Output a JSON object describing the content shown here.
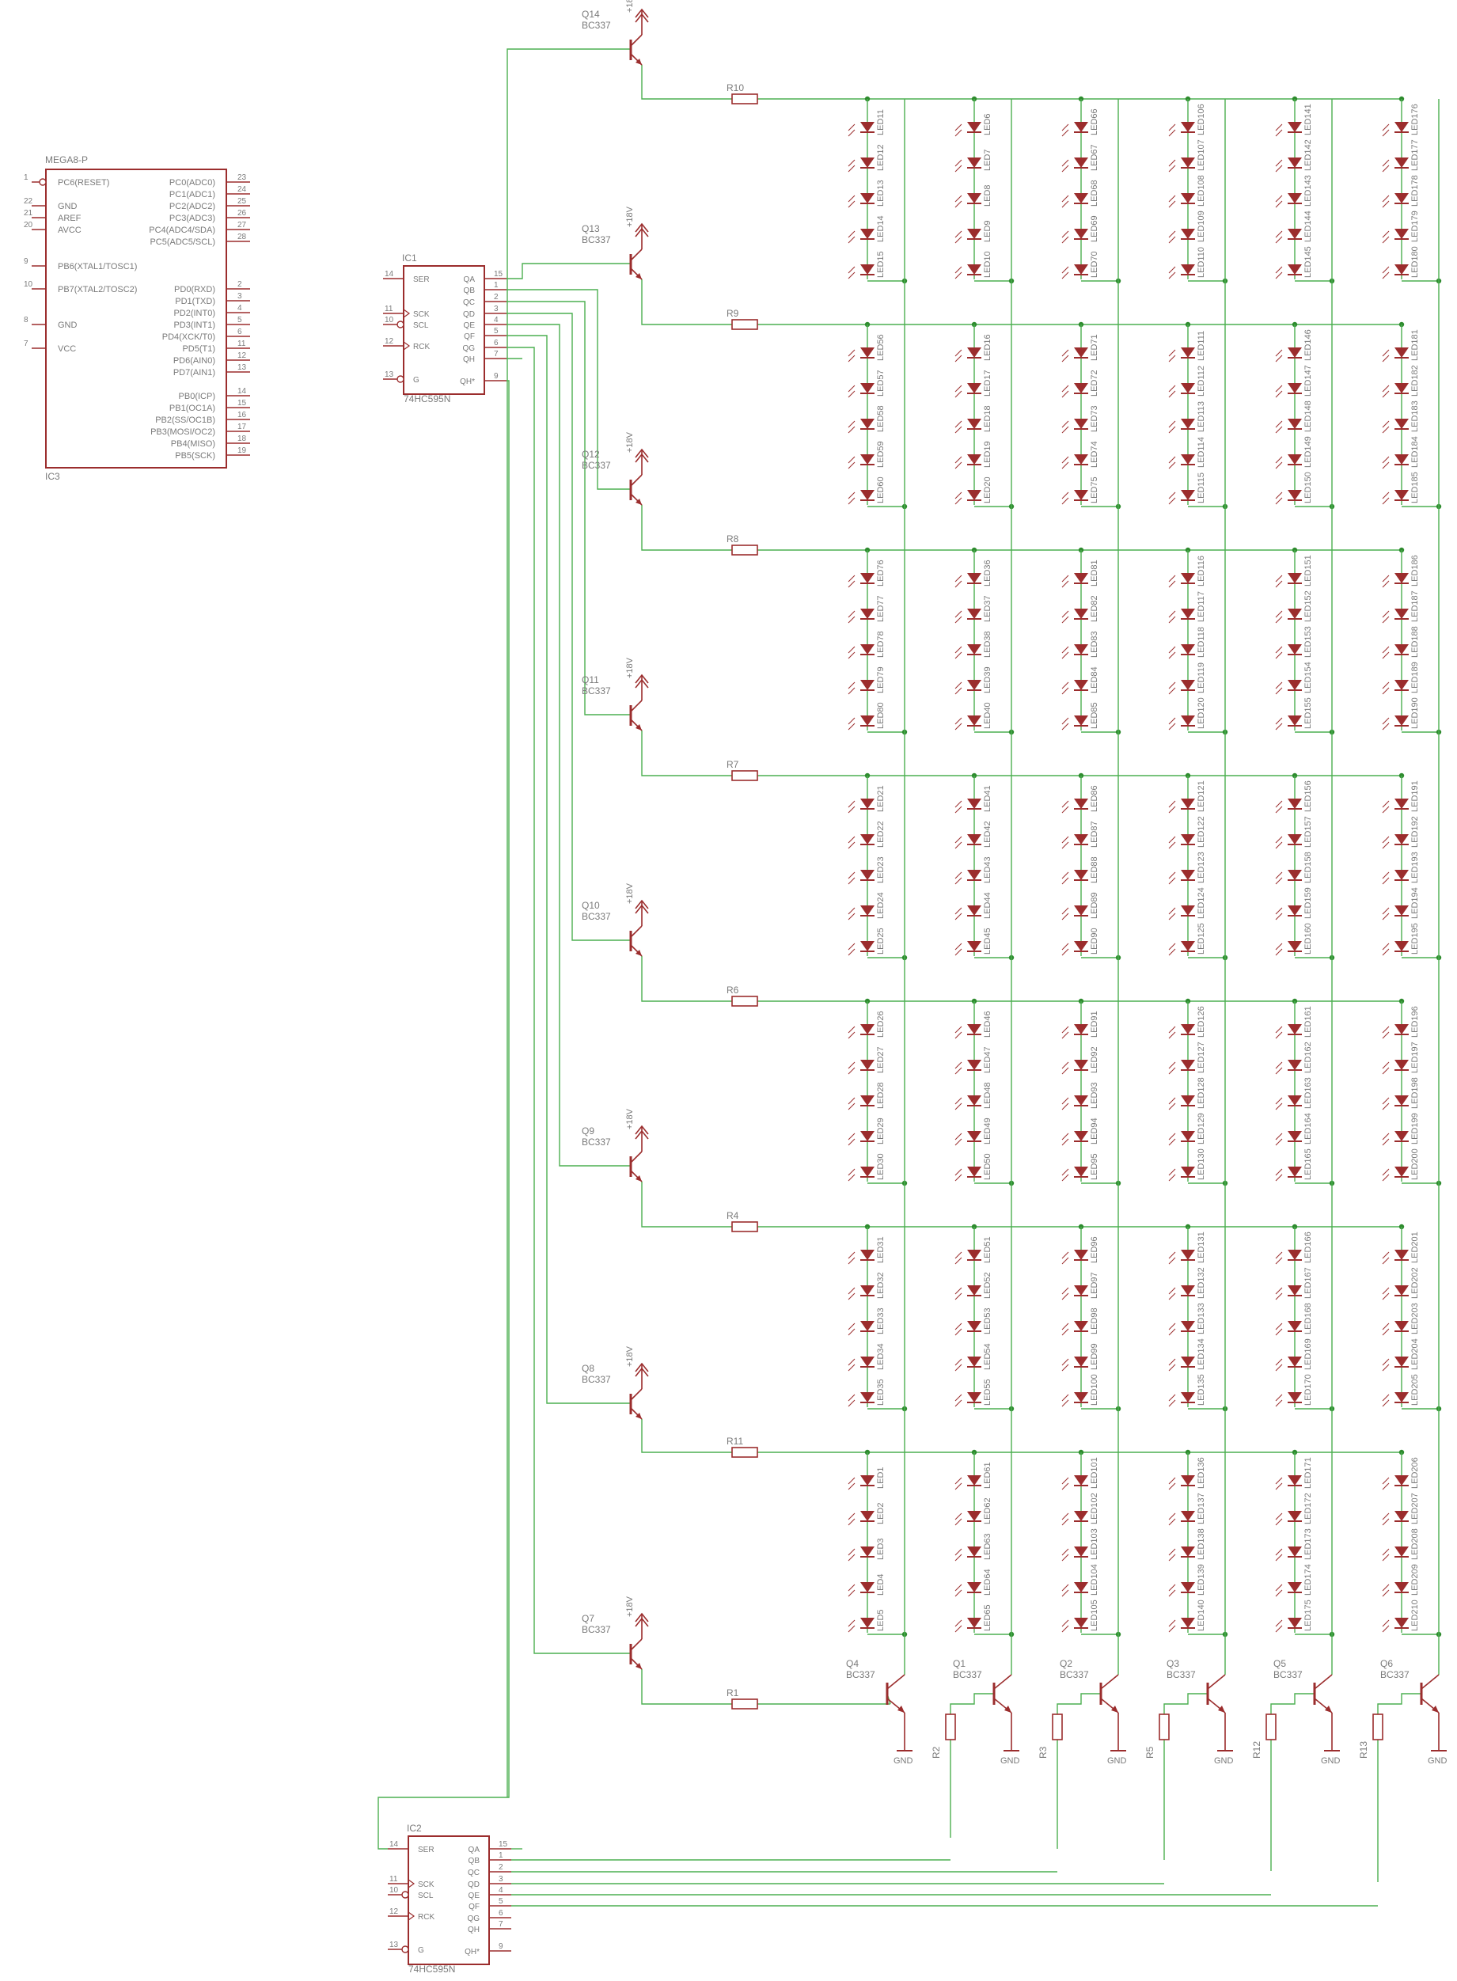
{
  "colors": {
    "wire": "#4caf50",
    "part": "#9b2d2d",
    "label": "#7a7a7a",
    "junction": "#2e8b2e"
  },
  "ic3": {
    "name": "MEGA8-P",
    "ref": "IC3",
    "left_pins": [
      {
        "num": "1",
        "label": "PC6(RESET)"
      },
      {
        "num": "22",
        "label": "GND"
      },
      {
        "num": "21",
        "label": "AREF"
      },
      {
        "num": "20",
        "label": "AVCC"
      },
      {
        "num": "9",
        "label": "PB6(XTAL1/TOSC1)"
      },
      {
        "num": "10",
        "label": "PB7(XTAL2/TOSC2)"
      },
      {
        "num": "8",
        "label": "GND"
      },
      {
        "num": "7",
        "label": "VCC"
      }
    ],
    "right_pins": [
      {
        "num": "23",
        "label": "PC0(ADC0)"
      },
      {
        "num": "24",
        "label": "PC1(ADC1)"
      },
      {
        "num": "25",
        "label": "PC2(ADC2)"
      },
      {
        "num": "26",
        "label": "PC3(ADC3)"
      },
      {
        "num": "27",
        "label": "PC4(ADC4/SDA)"
      },
      {
        "num": "28",
        "label": "PC5(ADC5/SCL)"
      },
      {
        "num": "2",
        "label": "PD0(RXD)"
      },
      {
        "num": "3",
        "label": "PD1(TXD)"
      },
      {
        "num": "4",
        "label": "PD2(INT0)"
      },
      {
        "num": "5",
        "label": "PD3(INT1)"
      },
      {
        "num": "6",
        "label": "PD4(XCK/T0)"
      },
      {
        "num": "11",
        "label": "PD5(T1)"
      },
      {
        "num": "12",
        "label": "PD6(AIN0)"
      },
      {
        "num": "13",
        "label": "PD7(AIN1)"
      },
      {
        "num": "14",
        "label": "PB0(ICP)"
      },
      {
        "num": "15",
        "label": "PB1(OC1A)"
      },
      {
        "num": "16",
        "label": "PB2(SS/OC1B)"
      },
      {
        "num": "17",
        "label": "PB3(MOSI/OC2)"
      },
      {
        "num": "18",
        "label": "PB4(MISO)"
      },
      {
        "num": "19",
        "label": "PB5(SCK)"
      }
    ]
  },
  "ic1": {
    "ref": "IC1",
    "part": "74HC595N",
    "left_pins": [
      {
        "num": "14",
        "label": "SER"
      },
      {
        "num": "11",
        "label": "SCK"
      },
      {
        "num": "10",
        "label": "SCL"
      },
      {
        "num": "12",
        "label": "RCK"
      },
      {
        "num": "13",
        "label": "G"
      }
    ],
    "right_pins": [
      {
        "num": "15",
        "label": "QA"
      },
      {
        "num": "1",
        "label": "QB"
      },
      {
        "num": "2",
        "label": "QC"
      },
      {
        "num": "3",
        "label": "QD"
      },
      {
        "num": "4",
        "label": "QE"
      },
      {
        "num": "5",
        "label": "QF"
      },
      {
        "num": "6",
        "label": "QG"
      },
      {
        "num": "7",
        "label": "QH"
      },
      {
        "num": "9",
        "label": "QH*"
      }
    ]
  },
  "ic2": {
    "ref": "IC2",
    "part": "74HC595N",
    "left_pins": [
      {
        "num": "14",
        "label": "SER"
      },
      {
        "num": "11",
        "label": "SCK"
      },
      {
        "num": "10",
        "label": "SCL"
      },
      {
        "num": "12",
        "label": "RCK"
      },
      {
        "num": "13",
        "label": "G"
      }
    ],
    "right_pins": [
      {
        "num": "15",
        "label": "QA"
      },
      {
        "num": "1",
        "label": "QB"
      },
      {
        "num": "2",
        "label": "QC"
      },
      {
        "num": "3",
        "label": "QD"
      },
      {
        "num": "4",
        "label": "QE"
      },
      {
        "num": "5",
        "label": "QF"
      },
      {
        "num": "6",
        "label": "QG"
      },
      {
        "num": "7",
        "label": "QH"
      },
      {
        "num": "9",
        "label": "QH*"
      }
    ]
  },
  "supply_label": "+18V",
  "gnd_label": "GND",
  "transistor_part": "BC337",
  "row_drivers": [
    {
      "q": "Q14",
      "r": "R10"
    },
    {
      "q": "Q13",
      "r": "R9"
    },
    {
      "q": "Q12",
      "r": "R8"
    },
    {
      "q": "Q11",
      "r": "R7"
    },
    {
      "q": "Q10",
      "r": "R6"
    },
    {
      "q": "Q9",
      "r": "R4"
    },
    {
      "q": "Q8",
      "r": "R11"
    },
    {
      "q": "Q7",
      "r": "R1"
    }
  ],
  "column_drivers": [
    {
      "q": "Q4",
      "r": ""
    },
    {
      "q": "Q1",
      "r": "R2"
    },
    {
      "q": "Q2",
      "r": "R3"
    },
    {
      "q": "Q3",
      "r": "R5"
    },
    {
      "q": "Q5",
      "r": "R12"
    },
    {
      "q": "Q6",
      "r": "R13"
    }
  ],
  "led_grid": [
    [
      "LED11",
      "LED12",
      "LED13",
      "LED14",
      "LED15",
      "LED6",
      "LED7",
      "LED8",
      "LED9",
      "LED10",
      "LED66",
      "LED67",
      "LED68",
      "LED69",
      "LED70",
      "LED106",
      "LED107",
      "LED108",
      "LED109",
      "LED110",
      "LED141",
      "LED142",
      "LED143",
      "LED144",
      "LED145",
      "LED176",
      "LED177",
      "LED178",
      "LED179",
      "LED180"
    ],
    [
      "LED56",
      "LED57",
      "LED58",
      "LED59",
      "LED60",
      "LED16",
      "LED17",
      "LED18",
      "LED19",
      "LED20",
      "LED71",
      "LED72",
      "LED73",
      "LED74",
      "LED75",
      "LED111",
      "LED112",
      "LED113",
      "LED114",
      "LED115",
      "LED146",
      "LED147",
      "LED148",
      "LED149",
      "LED150",
      "LED181",
      "LED182",
      "LED183",
      "LED184",
      "LED185"
    ],
    [
      "LED76",
      "LED77",
      "LED78",
      "LED79",
      "LED80",
      "LED36",
      "LED37",
      "LED38",
      "LED39",
      "LED40",
      "LED81",
      "LED82",
      "LED83",
      "LED84",
      "LED85",
      "LED116",
      "LED117",
      "LED118",
      "LED119",
      "LED120",
      "LED151",
      "LED152",
      "LED153",
      "LED154",
      "LED155",
      "LED186",
      "LED187",
      "LED188",
      "LED189",
      "LED190"
    ],
    [
      "LED21",
      "LED22",
      "LED23",
      "LED24",
      "LED25",
      "LED41",
      "LED42",
      "LED43",
      "LED44",
      "LED45",
      "LED86",
      "LED87",
      "LED88",
      "LED89",
      "LED90",
      "LED121",
      "LED122",
      "LED123",
      "LED124",
      "LED125",
      "LED156",
      "LED157",
      "LED158",
      "LED159",
      "LED160",
      "LED191",
      "LED192",
      "LED193",
      "LED194",
      "LED195"
    ],
    [
      "LED26",
      "LED27",
      "LED28",
      "LED29",
      "LED30",
      "LED46",
      "LED47",
      "LED48",
      "LED49",
      "LED50",
      "LED91",
      "LED92",
      "LED93",
      "LED94",
      "LED95",
      "LED126",
      "LED127",
      "LED128",
      "LED129",
      "LED130",
      "LED161",
      "LED162",
      "LED163",
      "LED164",
      "LED165",
      "LED196",
      "LED197",
      "LED198",
      "LED199",
      "LED200"
    ],
    [
      "LED31",
      "LED32",
      "LED33",
      "LED34",
      "LED35",
      "LED51",
      "LED52",
      "LED53",
      "LED54",
      "LED55",
      "LED96",
      "LED97",
      "LED98",
      "LED99",
      "LED100",
      "LED131",
      "LED132",
      "LED133",
      "LED134",
      "LED135",
      "LED166",
      "LED167",
      "LED168",
      "LED169",
      "LED170",
      "LED201",
      "LED202",
      "LED203",
      "LED204",
      "LED205"
    ],
    [
      "LED1",
      "LED2",
      "LED3",
      "LED4",
      "LED5",
      "LED61",
      "LED62",
      "LED63",
      "LED64",
      "LED65",
      "LED101",
      "LED102",
      "LED103",
      "LED104",
      "LED105",
      "LED136",
      "LED137",
      "LED138",
      "LED139",
      "LED140",
      "LED171",
      "LED172",
      "LED173",
      "LED174",
      "LED175",
      "LED206",
      "LED207",
      "LED208",
      "LED209",
      "LED210"
    ]
  ]
}
